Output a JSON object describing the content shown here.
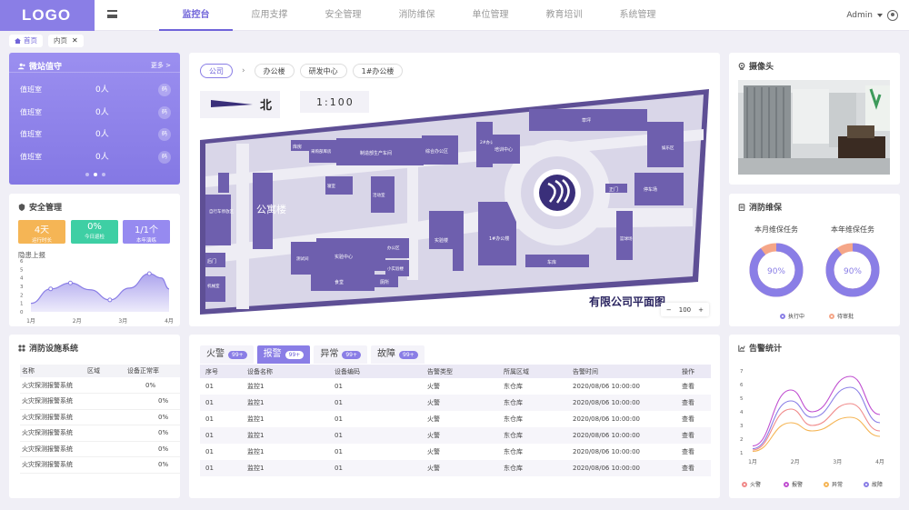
{
  "header": {
    "logo": "LOGO",
    "nav": [
      "监控台",
      "应用支撑",
      "安全管理",
      "消防维保",
      "单位管理",
      "教育培训",
      "系统管理"
    ],
    "active_nav": 0,
    "user": "Admin"
  },
  "tabs": [
    {
      "label": "首页",
      "icon": "home-icon"
    },
    {
      "label": "内页",
      "close": "✕"
    }
  ],
  "duty": {
    "title": "微站值守",
    "more": "更多 >",
    "rows": [
      {
        "name": "值班室",
        "count": "0人",
        "btn": "码"
      },
      {
        "name": "值班室",
        "count": "0人",
        "btn": "码"
      },
      {
        "name": "值班室",
        "count": "0人",
        "btn": "码"
      },
      {
        "name": "值班室",
        "count": "0人",
        "btn": "码"
      }
    ]
  },
  "safety": {
    "title": "安全管理",
    "stats": [
      {
        "value": "4天",
        "label": "运行时长",
        "color": "#f5b555"
      },
      {
        "value": "0%",
        "label": "今日巡检",
        "color": "#3ecfa4"
      },
      {
        "value": "1/1个",
        "label": "本年演练",
        "color": "#968af0"
      }
    ],
    "hazard_title": "隐患上报"
  },
  "safety_chart": {
    "type": "area",
    "x": [
      "1月",
      "2月",
      "3月",
      "4月"
    ],
    "y_ticks": [
      "6",
      "5",
      "4",
      "3",
      "2",
      "1",
      "0"
    ],
    "ylim": [
      0,
      6
    ],
    "points": [
      [
        0,
        1
      ],
      [
        0.5,
        2.7
      ],
      [
        1,
        3.4
      ],
      [
        1.5,
        2.6
      ],
      [
        2,
        1.4
      ],
      [
        2.5,
        2.8
      ],
      [
        3,
        4.5
      ],
      [
        3.3,
        4
      ],
      [
        3.5,
        2.7
      ]
    ],
    "color": "#8a7ee6"
  },
  "map": {
    "breadcrumb": [
      "公司",
      "办公楼",
      "研发中心",
      "1#办公楼"
    ],
    "north": "北",
    "scale": "1:100",
    "zoom": "100",
    "zoom_minus": "−",
    "zoom_plus": "+",
    "plan_title": "有限公司平面图",
    "labels": {
      "kufang": "库房",
      "caigou": "采购部库房",
      "zhizao": "制造部生产车间",
      "zonghe": "综合办公区",
      "lou2": "2#办公楼",
      "peixun": "培训中心",
      "caoping": "草坪",
      "zixingche": "自行车停放区",
      "gongyu": "公寓楼",
      "zhengmen": "正门",
      "houmen": "后门",
      "ceshi": "测试间",
      "shiyan": "实验中心",
      "bangong": "办公区",
      "xiaozhan": "小实验楼",
      "shiyanlou": "实验楼",
      "lou1": "1#办公楼",
      "shitang": "食堂",
      "cesuo": "厕所",
      "cheku": "车库",
      "lanqiu": "篮球场",
      "tingche": "停车场",
      "qinshi": "寝室",
      "yuyou": "娱乐区",
      "jixie": "机械室",
      "huodong": "活动室"
    }
  },
  "camera": {
    "title": "摄像头"
  },
  "maintenance": {
    "title": "消防维保",
    "month_label": "本月维保任务",
    "year_label": "本年维保任务",
    "month_pct": "90%",
    "year_pct": "90%",
    "month_value": 0.9,
    "year_value": 0.9,
    "legend": [
      {
        "label": "执行中",
        "color": "#8a7ee6"
      },
      {
        "label": "待审批",
        "color": "#f5a688"
      }
    ]
  },
  "fire_system": {
    "title": "消防设施系统",
    "headers": [
      "名称",
      "区域",
      "设备正常率"
    ],
    "rows": [
      [
        "火灾探测报警系统",
        "",
        "0%"
      ],
      [
        "火灾探测报警系统",
        "",
        "0%"
      ],
      [
        "火灾探测报警系统",
        "",
        "0%"
      ],
      [
        "火灾探测报警系统",
        "",
        "0%"
      ],
      [
        "火灾探测报警系统",
        "",
        "0%"
      ],
      [
        "火灾探测报警系统",
        "",
        "0%"
      ]
    ]
  },
  "alarm": {
    "tabs": [
      {
        "label": "火警",
        "badge": "99+"
      },
      {
        "label": "报警",
        "badge": "99+"
      },
      {
        "label": "异常",
        "badge": "99+"
      },
      {
        "label": "故障",
        "badge": "99+"
      }
    ],
    "active_tab": 1,
    "headers": [
      "序号",
      "设备名称",
      "设备编码",
      "告警类型",
      "所属区域",
      "告警时间",
      "操作"
    ],
    "rows": [
      [
        "01",
        "监控1",
        "01",
        "火警",
        "东仓库",
        "2020/08/06 10:00:00",
        "查看"
      ],
      [
        "01",
        "监控1",
        "01",
        "火警",
        "东仓库",
        "2020/08/06 10:00:00",
        "查看"
      ],
      [
        "01",
        "监控1",
        "01",
        "火警",
        "东仓库",
        "2020/08/06 10:00:00",
        "查看"
      ],
      [
        "01",
        "监控1",
        "01",
        "火警",
        "东仓库",
        "2020/08/06 10:00:00",
        "查看"
      ],
      [
        "01",
        "监控1",
        "01",
        "火警",
        "东仓库",
        "2020/08/06 10:00:00",
        "查看"
      ],
      [
        "01",
        "监控1",
        "01",
        "火警",
        "东仓库",
        "2020/08/06 10:00:00",
        "查看"
      ]
    ]
  },
  "warn_stats": {
    "title": "告警统计",
    "legend": [
      {
        "label": "火警",
        "color": "#f08a8a"
      },
      {
        "label": "报警",
        "color": "#c04fd0"
      },
      {
        "label": "异常",
        "color": "#f5b555"
      },
      {
        "label": "故障",
        "color": "#8a7ee6"
      }
    ]
  },
  "warn_chart": {
    "type": "line",
    "x": [
      "1月",
      "2月",
      "3月",
      "4月"
    ],
    "y_ticks": [
      "7",
      "6",
      "5",
      "4",
      "3",
      "2",
      "1"
    ],
    "ylim": [
      1,
      7
    ]
  }
}
